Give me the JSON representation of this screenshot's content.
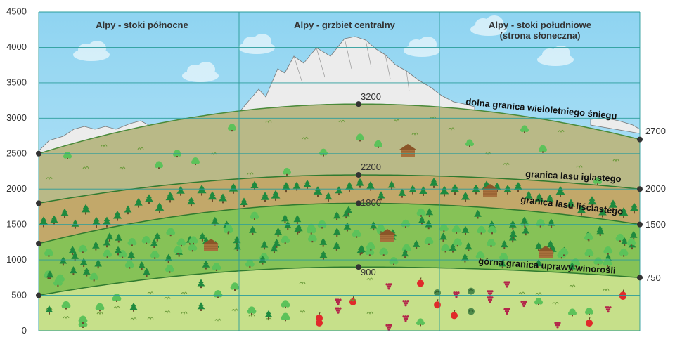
{
  "regions": [
    {
      "title_lines": [
        "Alpy - stoki północne"
      ]
    },
    {
      "title_lines": [
        "Alpy - grzbiet centralny"
      ]
    },
    {
      "title_lines": [
        "Alpy - stoki południowe",
        "(strona słoneczna)"
      ]
    }
  ],
  "y_ticks": [
    "0",
    "500",
    "1000",
    "1500",
    "2000",
    "2500",
    "3000",
    "3500",
    "4000",
    "4500"
  ],
  "boundaries": [
    {
      "label": "dolna granica wieloletniego śniegu",
      "center_value": "3200",
      "south_value": "2700"
    },
    {
      "label": "granica lasu iglastego",
      "center_value": "2200",
      "south_value": "2000"
    },
    {
      "label": "granica lasu liściastego",
      "center_value": "1800",
      "south_value": "1500"
    },
    {
      "label": "górna granica uprawy winorośli",
      "center_value": "900",
      "south_value": "750"
    }
  ],
  "chart_data": {
    "type": "diagram",
    "y_axis": {
      "min": 0,
      "max": 4500,
      "step": 500
    },
    "boundaries": [
      {
        "name": "dolna granica wieloletniego śniegu",
        "north": 2500,
        "center": 3200,
        "south": 2700
      },
      {
        "name": "granica lasu iglastego",
        "north": 1800,
        "center": 2200,
        "south": 2000
      },
      {
        "name": "granica lasu liściastego",
        "north": 1230,
        "center": 1800,
        "south": 1500
      },
      {
        "name": "górna granica uprawy winorośli",
        "north": 500,
        "center": 900,
        "south": 750
      }
    ]
  },
  "colors": {
    "sky_top": "#8fd4f1",
    "sky_bottom": "#c4e8f8",
    "snow": "#ececec",
    "meadow_alpine": "#b9b987",
    "conifer_zone": "#c2a86a",
    "broadleaf_zone": "#86c257",
    "vine_zone": "#c6e08a",
    "grid": "#2a9c9a",
    "tree_conifer": "#1e8a3e",
    "tree_broadleaf": "#5cc25a"
  }
}
